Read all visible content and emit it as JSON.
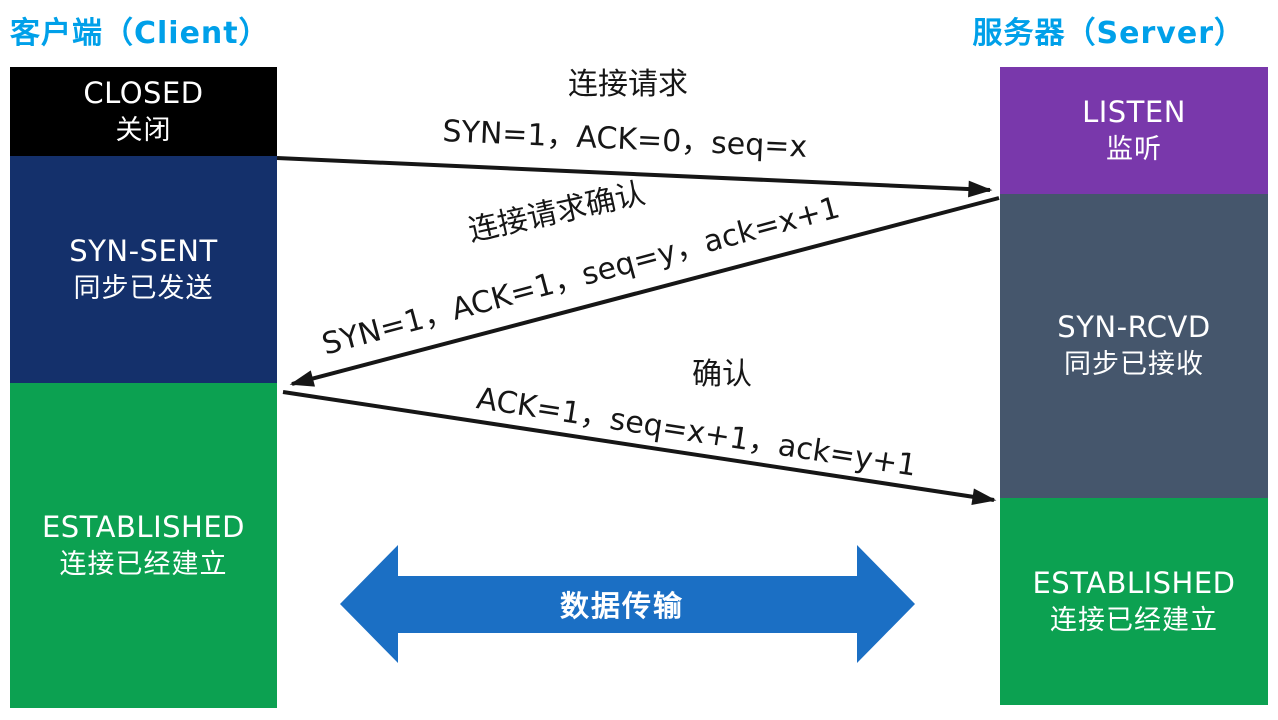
{
  "client": {
    "title": "客户端（Client）",
    "states": [
      {
        "name": "CLOSED",
        "zh": "关闭"
      },
      {
        "name": "SYN-SENT",
        "zh": "同步已发送"
      },
      {
        "name": "ESTABLISHED",
        "zh": "连接已经建立"
      }
    ]
  },
  "server": {
    "title": "服务器（Server）",
    "states": [
      {
        "name": "LISTEN",
        "zh": "监听"
      },
      {
        "name": "SYN-RCVD",
        "zh": "同步已接收"
      },
      {
        "name": "ESTABLISHED",
        "zh": "连接已经建立"
      }
    ]
  },
  "messages": [
    {
      "label": "连接请求",
      "detail": "SYN=1，ACK=0，seq=x",
      "direction": "client-to-server"
    },
    {
      "label": "连接请求确认",
      "detail": "SYN=1，ACK=1，seq=y，ack=x+1",
      "direction": "server-to-client"
    },
    {
      "label": "确认",
      "detail": "ACK=1，seq=x+1，ack=y+1",
      "direction": "client-to-server"
    }
  ],
  "data_transfer": {
    "label": "数据传输"
  },
  "colors": {
    "title_blue": "#00A0E9",
    "closed_black": "#000000",
    "syn_sent_navy": "#14306B",
    "listen_purple": "#7938AB",
    "syn_rcvd_slate": "#45566C",
    "established_green": "#0CA151",
    "data_transfer_blue": "#1B6FC4",
    "arrow_line": "#161616"
  }
}
